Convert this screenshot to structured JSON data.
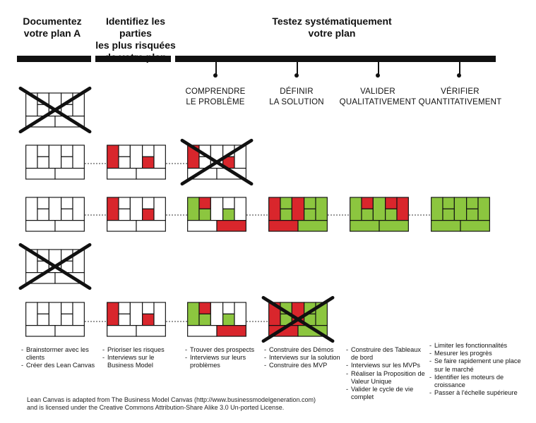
{
  "colors": {
    "ink": "#111111",
    "risk": "#d9262c",
    "validated": "#8cc63f",
    "connector": "#333333"
  },
  "headers": {
    "document": "Documentez\nvotre plan A",
    "identify": "Identifiez les parties\nles plus risquées\nde votre plan",
    "test": "Testez systématiquement\nvotre plan"
  },
  "phases": [
    "COMPRENDRE\nLE PROBLÈME",
    "DÉFINIR\nLA SOLUTION",
    "VALIDER\nQUALITATIVEMENT",
    "VÉRIFIER\nQUANTITATIVEMENT"
  ],
  "icons": {
    "canvas": "lean-canvas-icon",
    "cross": "cross-out-icon"
  },
  "notes": [
    [
      "Brainstormer avec les clients",
      "Créer des Lean Canvas"
    ],
    [
      "Prioriser les risques",
      "Interviews sur le Business Model"
    ],
    [
      "Trouver des prospects",
      "Interviews sur leurs problèmes"
    ],
    [
      "Construire des Démos",
      "Interviews sur la solution",
      "Construire des MVP"
    ],
    [
      "Construire des Tableaux de bord",
      "Interviews sur les MVPs",
      "Réaliser la Proposition de Valeur Unique",
      "Valider le cycle de vie complet"
    ],
    [
      "Limiter les fonctionnalités",
      "Mesurer les progrès",
      "Se faire rapidement une place sur le marché",
      "Identifier les moteurs de croissance",
      "Passer à l'échelle supérieure"
    ]
  ],
  "footer": "Lean Canvas is adapted from The Business Model Canvas (http://www.businessmodelgeneration.com)\nand is licensed under the Creative Commons Attribution-Share Alike 3.0 Un-ported License."
}
